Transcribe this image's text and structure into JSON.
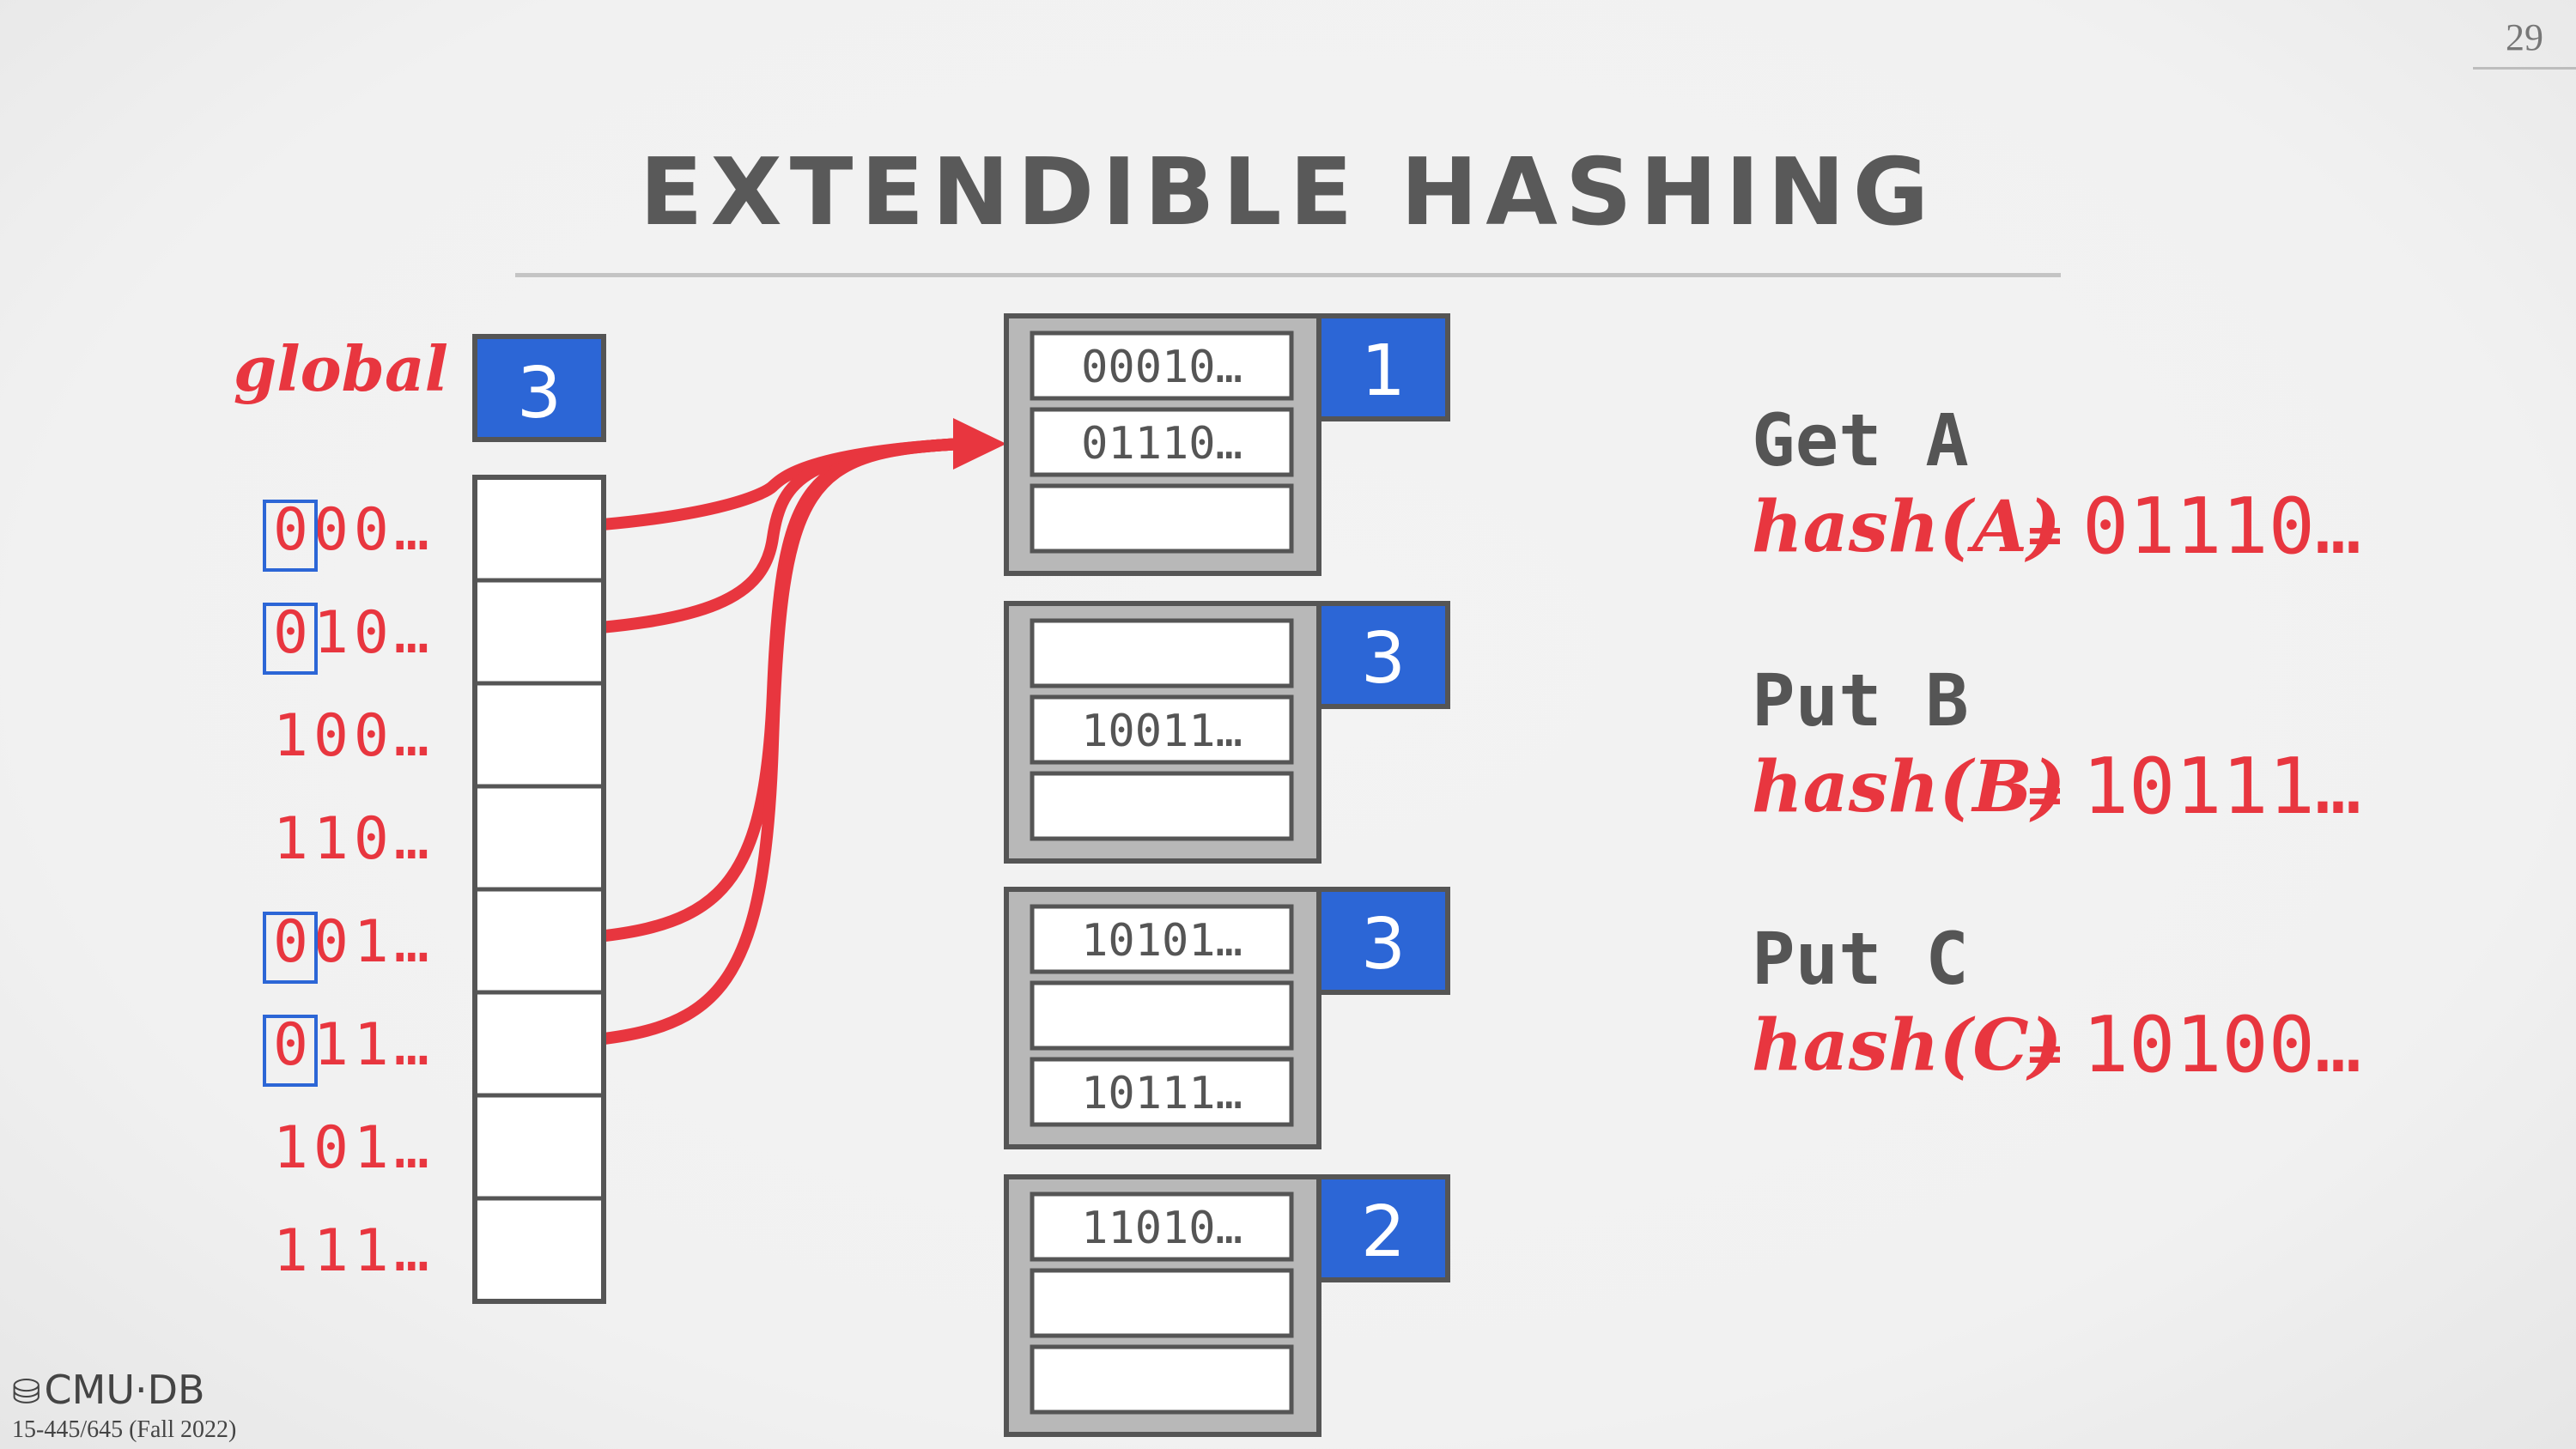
{
  "slide": {
    "page_number": "29",
    "title": "EXTENDIBLE HASHING",
    "logo_text": "CMU·DB",
    "logo_icon": "database-stack-icon",
    "course": "15-445/645 (Fall 2022)"
  },
  "directory": {
    "global_label": "global",
    "global_depth": "3",
    "prefixes": [
      "000…",
      "010…",
      "100…",
      "110…",
      "001…",
      "011…",
      "101…",
      "111…"
    ],
    "pointer_slots": [
      0,
      1,
      4,
      5
    ],
    "highlighted_first_bit_rows": [
      0,
      1,
      4,
      5
    ],
    "pointer_target_bucket": 0
  },
  "buckets": [
    {
      "local_depth": "1",
      "slots": [
        "00010…",
        "01110…",
        ""
      ]
    },
    {
      "local_depth": "3",
      "slots": [
        "",
        "10011…",
        ""
      ]
    },
    {
      "local_depth": "3",
      "slots": [
        "10101…",
        "",
        "10111…"
      ]
    },
    {
      "local_depth": "2",
      "slots": [
        "11010…",
        "",
        ""
      ]
    }
  ],
  "operations": [
    {
      "op": "Get A",
      "hash_label": "hash(A)",
      "equals": "=",
      "value": "01110…"
    },
    {
      "op": "Put B",
      "hash_label": "hash(B)",
      "equals": "=",
      "value": "10111…"
    },
    {
      "op": "Put C",
      "hash_label": "hash(C)",
      "equals": "=",
      "value": "10100…"
    }
  ],
  "colors": {
    "accent_red": "#e8363f",
    "depth_blue": "#2c66d6",
    "outline_blue": "#2c66d6",
    "title_gray": "#595959",
    "bucket_gray": "#b8b8b8",
    "stroke_dark": "#555555"
  }
}
